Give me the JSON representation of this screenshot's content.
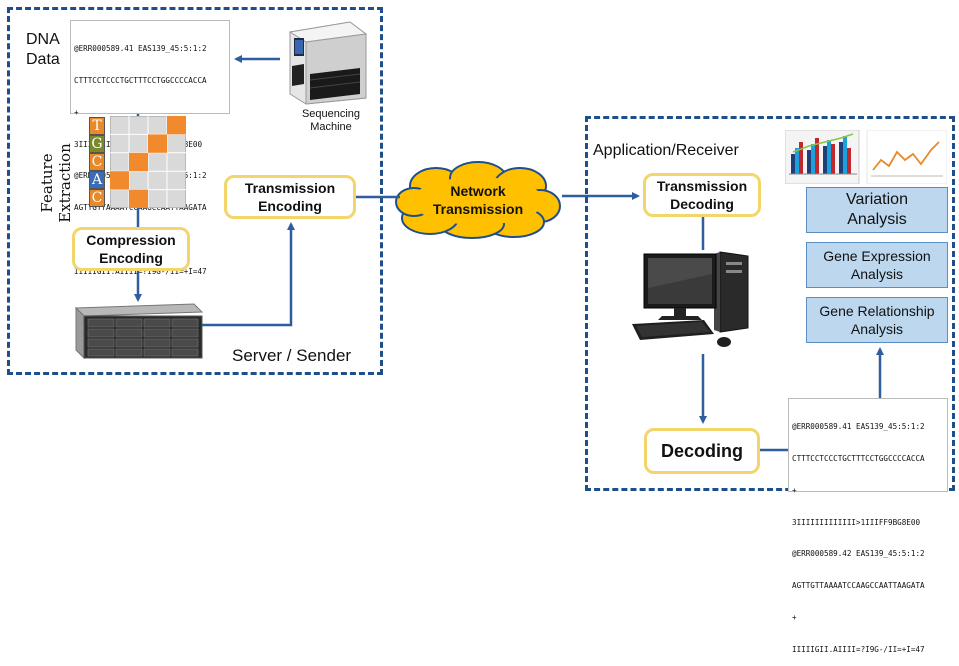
{
  "server": {
    "label": "Server / Sender",
    "dna_label_line1": "DNA",
    "dna_label_line2": "Data",
    "feature_line1": "Feature",
    "feature_line2": "Extraction",
    "sequencing_line1": "Sequencing",
    "sequencing_line2": "Machine",
    "compression_line1": "Compression",
    "compression_line2": "Encoding",
    "transmission_line1": "Transmission",
    "transmission_line2": "Encoding",
    "nucleotides": [
      "T",
      "G",
      "C",
      "A",
      "C"
    ]
  },
  "fastq_lines": [
    "@ERR000589.41 EAS139_45:5:1:2",
    "CTTTCCTCCCTGCTTTCCTGGCCCCACCA",
    "+",
    "3IIIIIIIIIIIII>1IIIFF9BG8E00",
    "@ERR000589.42 EAS139_45:5:1:2",
    "AGTTGTTAAAATCCAAGCCAATTAAGATA",
    "+",
    "IIIIIGII.AIIII=?I9G-/II=+I=47"
  ],
  "network": {
    "line1": "Network",
    "line2": "Transmission"
  },
  "receiver": {
    "label": "Application/Receiver",
    "transmission_line1": "Transmission",
    "transmission_line2": "Decoding",
    "decoding": "Decoding",
    "variation_line1": "Variation",
    "variation_line2": "Analysis",
    "gene_expr_line1": "Gene Expression",
    "gene_expr_line2": "Analysis",
    "gene_rel_line1": "Gene Relationship",
    "gene_rel_line2": "Analysis"
  },
  "colors": {
    "dash": "#1f4e8c",
    "arrow": "#2f5e9e",
    "cloud": "#ffc000",
    "yellow_border": "#f2d56b",
    "blue_fill": "#bcd7ee",
    "heat_orange": "#f08a2c",
    "tile_orange": "#e88a2b",
    "tile_olive": "#7a8a2a",
    "tile_blue": "#3b6cb5"
  }
}
